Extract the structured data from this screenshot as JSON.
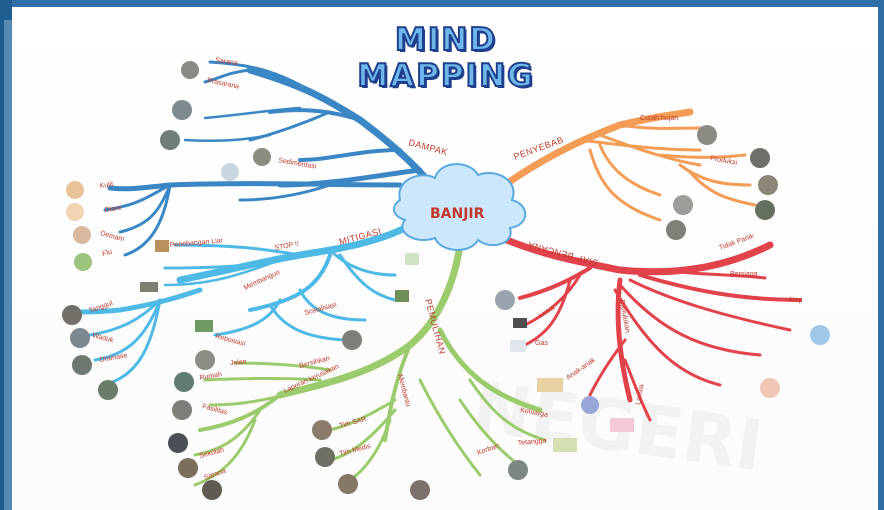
{
  "title": "MIND MAPPING",
  "center": "BANJIR",
  "watermark": "NEGERI",
  "colors": {
    "dampak": "#3b86c4",
    "mitigasi": "#4fb9e6",
    "penyebab": "#f39c55",
    "siap_bencana": "#e2434b",
    "pemulihan": "#9ccb6e",
    "frame": "#2f6fa5"
  },
  "branches": {
    "dampak": {
      "label": "DAMPAK",
      "items": [
        "Sarana",
        "Prasarana",
        "Sedimentasi",
        "Kulit",
        "Diare",
        "Demam",
        "Flu"
      ],
      "unreadable_items": 7
    },
    "penyebab": {
      "label": "PENYEBAB",
      "items": [
        "Curah hujan",
        "Produksi"
      ],
      "unreadable_items": 6
    },
    "mitigasi": {
      "label": "MITIGASI",
      "sublabel": "STOP !!",
      "items": [
        "Penebangan Liar",
        "Membangun",
        "Sosialisasi",
        "Reboisasi",
        "Tanggul",
        "Waduk",
        "Drainase"
      ],
      "unreadable_items": 8
    },
    "siap_bencana": {
      "label": "SIAP BENCANA",
      "items": [
        "Tidak Panik",
        "Bersiaga",
        "Atap",
        "Listrik",
        "Gas",
        "Dahulukan",
        "Anak-anak",
        "Lansia"
      ],
      "unreadable_items": 7
    },
    "pemulihan": {
      "label": "PEMULIHAN",
      "items": [
        "Jalan",
        "Rumah",
        "Fasilitas",
        "Sekolah",
        "Sarana",
        "Bersihkan",
        "Laporan kerusakan",
        "Membantu",
        "Tim SAR",
        "Tim Medis",
        "Keluarga",
        "Tetangga",
        "Korban"
      ],
      "unreadable_items": 4
    }
  }
}
